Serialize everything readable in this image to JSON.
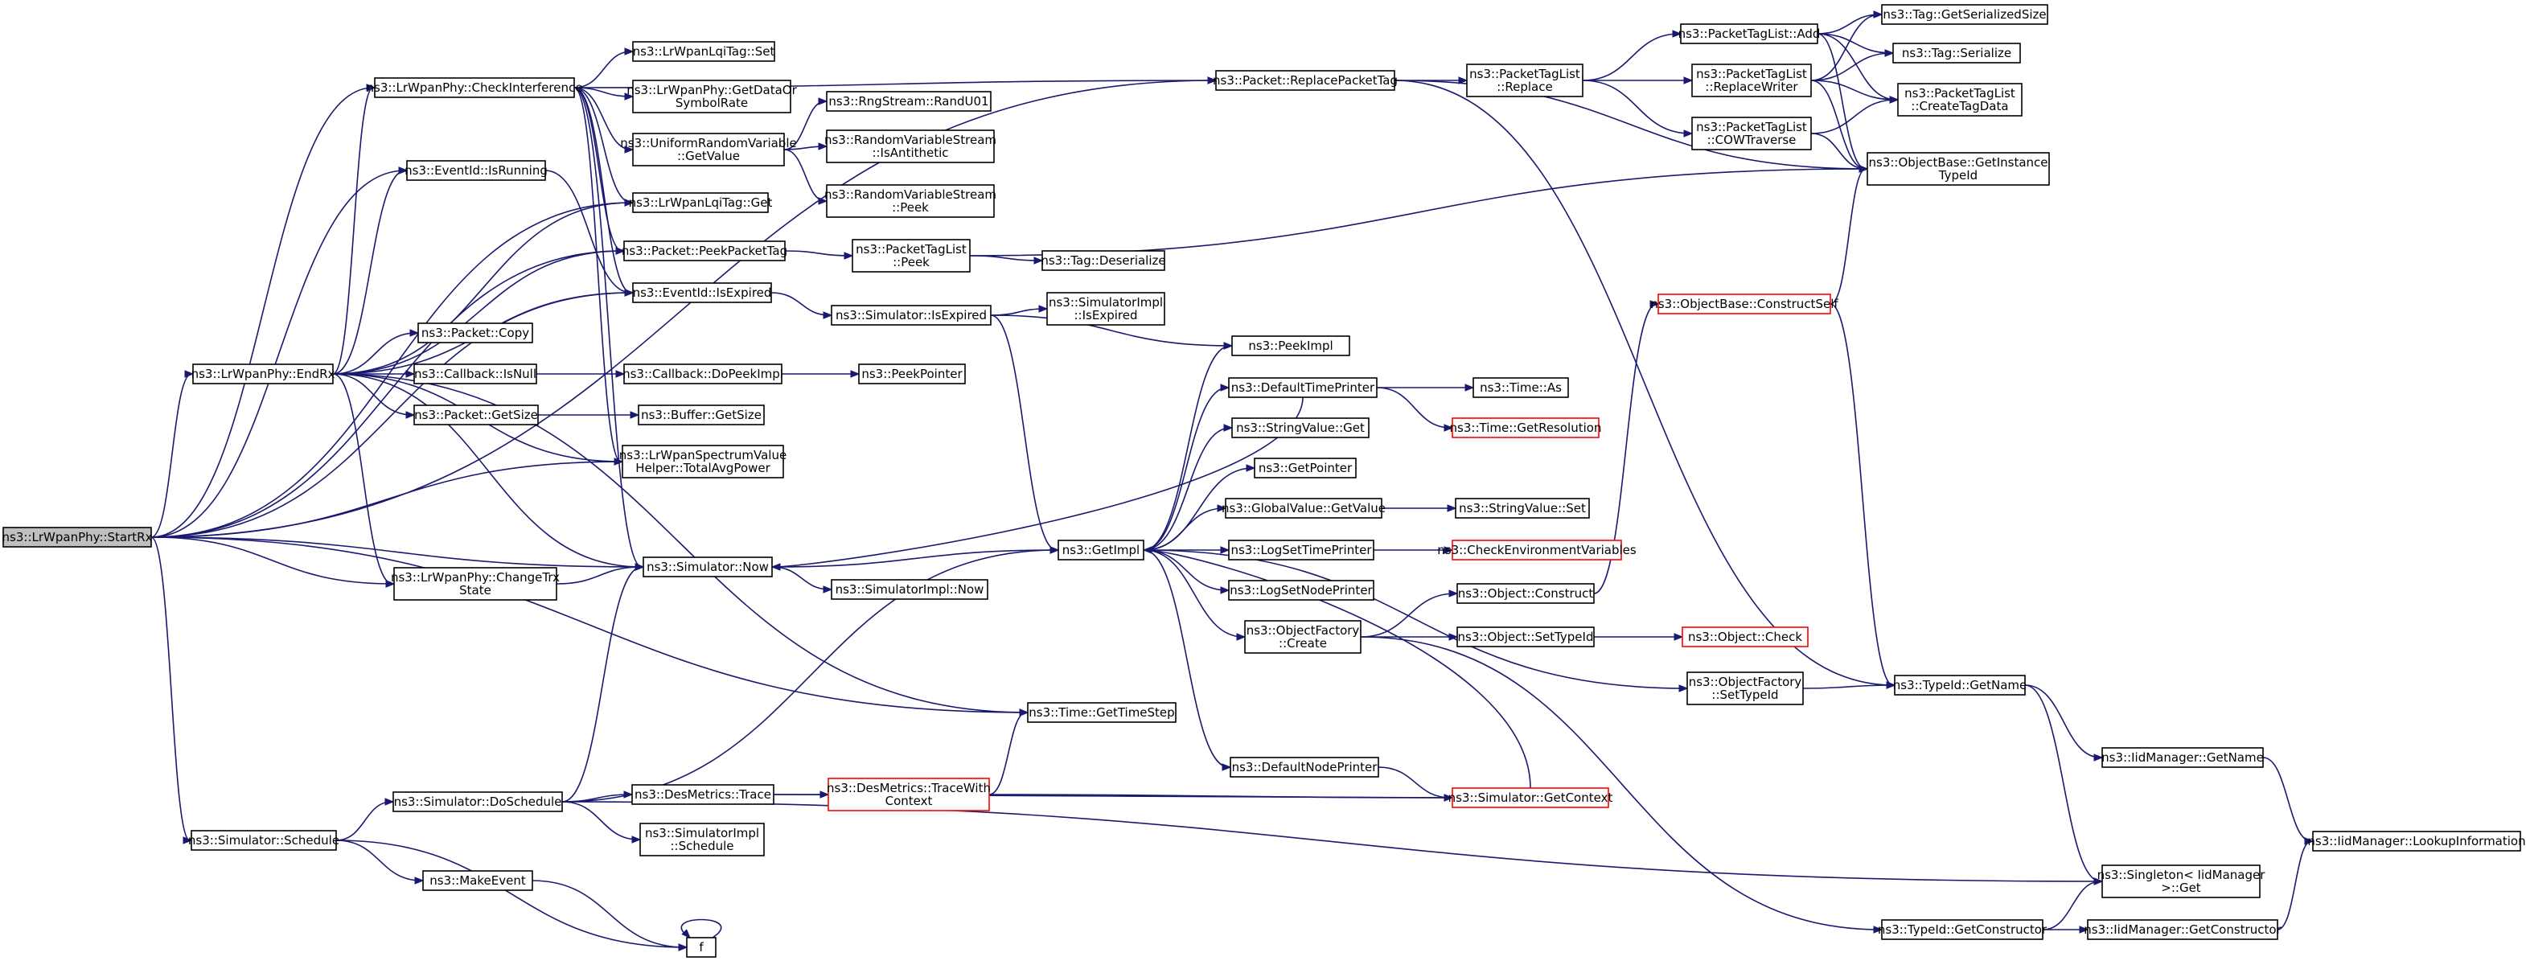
{
  "nodes": [
    {
      "id": "startrx",
      "lines": [
        "ns3::LrWpanPhy::StartRx"
      ],
      "style": "root"
    },
    {
      "id": "checkinterf",
      "lines": [
        "ns3::LrWpanPhy::CheckInterference"
      ]
    },
    {
      "id": "endrx",
      "lines": [
        "ns3::LrWpanPhy::EndRx"
      ]
    },
    {
      "id": "schedule",
      "lines": [
        "ns3::Simulator::Schedule"
      ]
    },
    {
      "id": "lqiset",
      "lines": [
        "ns3::LrWpanLqiTag::Set"
      ]
    },
    {
      "id": "getdatarate",
      "lines": [
        "ns3::LrWpanPhy::GetDataOr",
        "SymbolRate"
      ]
    },
    {
      "id": "urvgetvalue",
      "lines": [
        "ns3::UniformRandomVariable",
        "::GetValue"
      ]
    },
    {
      "id": "randu01",
      "lines": [
        "ns3::RngStream::RandU01"
      ]
    },
    {
      "id": "isantithetic",
      "lines": [
        "ns3::RandomVariableStream",
        "::IsAntithetic"
      ]
    },
    {
      "id": "rvspeek",
      "lines": [
        "ns3::RandomVariableStream",
        "::Peek"
      ]
    },
    {
      "id": "eventisrunning",
      "lines": [
        "ns3::EventId::IsRunning"
      ]
    },
    {
      "id": "lqiget",
      "lines": [
        "ns3::LrWpanLqiTag::Get"
      ]
    },
    {
      "id": "peekpackettag",
      "lines": [
        "ns3::Packet::PeekPacketTag"
      ]
    },
    {
      "id": "eventisexpired",
      "lines": [
        "ns3::EventId::IsExpired"
      ]
    },
    {
      "id": "packetcopy",
      "lines": [
        "ns3::Packet::Copy"
      ]
    },
    {
      "id": "callbackisnull",
      "lines": [
        "ns3::Callback::IsNull"
      ]
    },
    {
      "id": "packetgetsize",
      "lines": [
        "ns3::Packet::GetSize"
      ]
    },
    {
      "id": "totalavgpower",
      "lines": [
        "ns3::LrWpanSpectrumValue",
        "Helper::TotalAvgPower"
      ]
    },
    {
      "id": "changetrx",
      "lines": [
        "ns3::LrWpanPhy::ChangeTrx",
        "State"
      ]
    },
    {
      "id": "simnow",
      "lines": [
        "ns3::Simulator::Now"
      ]
    },
    {
      "id": "doschedule",
      "lines": [
        "ns3::Simulator::DoSchedule"
      ]
    },
    {
      "id": "makeevent",
      "lines": [
        "ns3::MakeEvent"
      ]
    },
    {
      "id": "f",
      "lines": [
        "f"
      ]
    },
    {
      "id": "replacepackettag",
      "lines": [
        "ns3::Packet::ReplacePacketTag"
      ]
    },
    {
      "id": "ptlpeek",
      "lines": [
        "ns3::PacketTagList",
        "::Peek"
      ]
    },
    {
      "id": "simisexpired",
      "lines": [
        "ns3::Simulator::IsExpired"
      ]
    },
    {
      "id": "dopeekimpl",
      "lines": [
        "ns3::Callback::DoPeekImpl"
      ]
    },
    {
      "id": "buffergetsize",
      "lines": [
        "ns3::Buffer::GetSize"
      ]
    },
    {
      "id": "simimplnow",
      "lines": [
        "ns3::SimulatorImpl::Now"
      ]
    },
    {
      "id": "destrace",
      "lines": [
        "ns3::DesMetrics::Trace"
      ]
    },
    {
      "id": "simimplschedule",
      "lines": [
        "ns3::SimulatorImpl",
        "::Schedule"
      ]
    },
    {
      "id": "tracewithcontext",
      "lines": [
        "ns3::DesMetrics::TraceWith",
        "Context"
      ],
      "style": "red"
    },
    {
      "id": "ptlreplace",
      "lines": [
        "ns3::PacketTagList",
        "::Replace"
      ]
    },
    {
      "id": "tagdeserialize",
      "lines": [
        "ns3::Tag::Deserialize"
      ]
    },
    {
      "id": "simimplisexpired",
      "lines": [
        "ns3::SimulatorImpl",
        "::IsExpired"
      ]
    },
    {
      "id": "peekpointer",
      "lines": [
        "ns3::PeekPointer"
      ]
    },
    {
      "id": "getimpl",
      "lines": [
        "ns3::GetImpl"
      ]
    },
    {
      "id": "timegettimestep",
      "lines": [
        "ns3::Time::GetTimeStep"
      ]
    },
    {
      "id": "peekimpl",
      "lines": [
        "ns3::PeekImpl"
      ]
    },
    {
      "id": "defaulttimeprinter",
      "lines": [
        "ns3::DefaultTimePrinter"
      ]
    },
    {
      "id": "stringvalueget",
      "lines": [
        "ns3::StringValue::Get"
      ]
    },
    {
      "id": "getpointer",
      "lines": [
        "ns3::GetPointer"
      ]
    },
    {
      "id": "globalvaluegetvalue",
      "lines": [
        "ns3::GlobalValue::GetValue"
      ]
    },
    {
      "id": "logsettimeprinter",
      "lines": [
        "ns3::LogSetTimePrinter"
      ]
    },
    {
      "id": "logsetnodeprinter",
      "lines": [
        "ns3::LogSetNodePrinter"
      ]
    },
    {
      "id": "objfactorycreate",
      "lines": [
        "ns3::ObjectFactory",
        "::Create"
      ]
    },
    {
      "id": "defaultnodeprinter",
      "lines": [
        "ns3::DefaultNodePrinter"
      ]
    },
    {
      "id": "timeas",
      "lines": [
        "ns3::Time::As"
      ]
    },
    {
      "id": "timegetresolution",
      "lines": [
        "ns3::Time::GetResolution"
      ],
      "style": "red"
    },
    {
      "id": "stringvalueset",
      "lines": [
        "ns3::StringValue::Set"
      ]
    },
    {
      "id": "checkenvvars",
      "lines": [
        "ns3::CheckEnvironmentVariables"
      ],
      "style": "red"
    },
    {
      "id": "objectconstruct",
      "lines": [
        "ns3::Object::Construct"
      ]
    },
    {
      "id": "objectsettypeid",
      "lines": [
        "ns3::Object::SetTypeId"
      ]
    },
    {
      "id": "objectcheck",
      "lines": [
        "ns3::Object::Check"
      ],
      "style": "red"
    },
    {
      "id": "objfactorysettypeid",
      "lines": [
        "ns3::ObjectFactory",
        "::SetTypeId"
      ]
    },
    {
      "id": "simgetcontext",
      "lines": [
        "ns3::Simulator::GetContext"
      ],
      "style": "red"
    },
    {
      "id": "ptladd",
      "lines": [
        "ns3::PacketTagList::Add"
      ]
    },
    {
      "id": "ptlreplacewriter",
      "lines": [
        "ns3::PacketTagList",
        "::ReplaceWriter"
      ]
    },
    {
      "id": "ptlcowtraverse",
      "lines": [
        "ns3::PacketTagList",
        "::COWTraverse"
      ]
    },
    {
      "id": "constructself",
      "lines": [
        "ns3::ObjectBase::ConstructSelf"
      ],
      "style": "red"
    },
    {
      "id": "tagserializedsize",
      "lines": [
        "ns3::Tag::GetSerializedSize"
      ]
    },
    {
      "id": "tagserialize",
      "lines": [
        "ns3::Tag::Serialize"
      ]
    },
    {
      "id": "createtagdata",
      "lines": [
        "ns3::PacketTagList",
        "::CreateTagData"
      ]
    },
    {
      "id": "getinstancetypeid",
      "lines": [
        "ns3::ObjectBase::GetInstance",
        "TypeId"
      ]
    },
    {
      "id": "typeidgetname",
      "lines": [
        "ns3::TypeId::GetName"
      ]
    },
    {
      "id": "iidgetname",
      "lines": [
        "ns3::IidManager::GetName"
      ]
    },
    {
      "id": "lookupinformation",
      "lines": [
        "ns3::IidManager::LookupInformation"
      ]
    },
    {
      "id": "singletonget",
      "lines": [
        "ns3::Singleton< IidManager",
        " >::Get"
      ]
    },
    {
      "id": "typeidgetconstructor",
      "lines": [
        "ns3::TypeId::GetConstructor"
      ]
    },
    {
      "id": "iidgetconstructor",
      "lines": [
        "ns3::IidManager::GetConstructor"
      ]
    }
  ],
  "edges": [
    [
      "startrx",
      "checkinterf"
    ],
    [
      "startrx",
      "endrx"
    ],
    [
      "startrx",
      "schedule"
    ],
    [
      "startrx",
      "eventisrunning"
    ],
    [
      "startrx",
      "lqiget"
    ],
    [
      "startrx",
      "peekpackettag"
    ],
    [
      "startrx",
      "eventisexpired"
    ],
    [
      "startrx",
      "totalavgpower"
    ],
    [
      "startrx",
      "changetrx"
    ],
    [
      "startrx",
      "simnow"
    ],
    [
      "startrx",
      "timegettimestep"
    ],
    [
      "startrx",
      "replacepackettag"
    ],
    [
      "checkinterf",
      "lqiset"
    ],
    [
      "checkinterf",
      "getdatarate"
    ],
    [
      "checkinterf",
      "urvgetvalue"
    ],
    [
      "checkinterf",
      "lqiget"
    ],
    [
      "checkinterf",
      "peekpackettag"
    ],
    [
      "checkinterf",
      "eventisexpired"
    ],
    [
      "checkinterf",
      "totalavgpower"
    ],
    [
      "checkinterf",
      "simnow"
    ],
    [
      "checkinterf",
      "replacepackettag"
    ],
    [
      "urvgetvalue",
      "randu01"
    ],
    [
      "urvgetvalue",
      "isantithetic"
    ],
    [
      "urvgetvalue",
      "rvspeek"
    ],
    [
      "endrx",
      "checkinterf"
    ],
    [
      "endrx",
      "eventisrunning"
    ],
    [
      "endrx",
      "lqiget"
    ],
    [
      "endrx",
      "peekpackettag"
    ],
    [
      "endrx",
      "eventisexpired"
    ],
    [
      "endrx",
      "packetcopy"
    ],
    [
      "endrx",
      "callbackisnull"
    ],
    [
      "endrx",
      "packetgetsize"
    ],
    [
      "endrx",
      "totalavgpower"
    ],
    [
      "endrx",
      "changetrx"
    ],
    [
      "endrx",
      "simnow"
    ],
    [
      "endrx",
      "timegettimestep"
    ],
    [
      "eventisrunning",
      "eventisexpired"
    ],
    [
      "peekpackettag",
      "ptlpeek"
    ],
    [
      "eventisexpired",
      "simisexpired"
    ],
    [
      "callbackisnull",
      "dopeekimpl"
    ],
    [
      "dopeekimpl",
      "peekpointer"
    ],
    [
      "packetgetsize",
      "buffergetsize"
    ],
    [
      "changetrx",
      "simnow"
    ],
    [
      "simnow",
      "getimpl"
    ],
    [
      "simnow",
      "simimplnow"
    ],
    [
      "schedule",
      "doschedule"
    ],
    [
      "schedule",
      "makeevent"
    ],
    [
      "schedule",
      "f"
    ],
    [
      "makeevent",
      "f"
    ],
    [
      "f",
      "f"
    ],
    [
      "doschedule",
      "simnow"
    ],
    [
      "doschedule",
      "getimpl"
    ],
    [
      "doschedule",
      "destrace"
    ],
    [
      "doschedule",
      "simimplschedule"
    ],
    [
      "doschedule",
      "singletonget"
    ],
    [
      "destrace",
      "tracewithcontext"
    ],
    [
      "destrace",
      "simgetcontext"
    ],
    [
      "tracewithcontext",
      "timegettimestep"
    ],
    [
      "tracewithcontext",
      "simgetcontext"
    ],
    [
      "simisexpired",
      "simimplisexpired"
    ],
    [
      "simisexpired",
      "peekimpl"
    ],
    [
      "simisexpired",
      "getimpl"
    ],
    [
      "ptlpeek",
      "tagdeserialize"
    ],
    [
      "ptlpeek",
      "getinstancetypeid"
    ],
    [
      "replacepackettag",
      "ptlreplace"
    ],
    [
      "replacepackettag",
      "getinstancetypeid"
    ],
    [
      "replacepackettag",
      "typeidgetname"
    ],
    [
      "ptlreplace",
      "ptladd"
    ],
    [
      "ptlreplace",
      "ptlreplacewriter"
    ],
    [
      "ptlreplace",
      "ptlcowtraverse"
    ],
    [
      "ptladd",
      "tagserializedsize"
    ],
    [
      "ptladd",
      "tagserialize"
    ],
    [
      "ptladd",
      "createtagdata"
    ],
    [
      "ptladd",
      "getinstancetypeid"
    ],
    [
      "ptlreplacewriter",
      "tagserializedsize"
    ],
    [
      "ptlreplacewriter",
      "tagserialize"
    ],
    [
      "ptlreplacewriter",
      "createtagdata"
    ],
    [
      "ptlreplacewriter",
      "getinstancetypeid"
    ],
    [
      "ptlcowtraverse",
      "createtagdata"
    ],
    [
      "ptlcowtraverse",
      "getinstancetypeid"
    ],
    [
      "getimpl",
      "peekimpl"
    ],
    [
      "getimpl",
      "defaulttimeprinter"
    ],
    [
      "getimpl",
      "stringvalueget"
    ],
    [
      "getimpl",
      "getpointer"
    ],
    [
      "getimpl",
      "globalvaluegetvalue"
    ],
    [
      "getimpl",
      "logsettimeprinter"
    ],
    [
      "getimpl",
      "logsetnodeprinter"
    ],
    [
      "getimpl",
      "objfactorycreate"
    ],
    [
      "getimpl",
      "defaultnodeprinter"
    ],
    [
      "getimpl",
      "objfactorysettypeid"
    ],
    [
      "defaulttimeprinter",
      "simnow"
    ],
    [
      "defaulttimeprinter",
      "timeas"
    ],
    [
      "defaulttimeprinter",
      "timegetresolution"
    ],
    [
      "globalvaluegetvalue",
      "stringvalueset"
    ],
    [
      "logsettimeprinter",
      "checkenvvars"
    ],
    [
      "objfactorycreate",
      "objectconstruct"
    ],
    [
      "objfactorycreate",
      "objectsettypeid"
    ],
    [
      "objfactorycreate",
      "typeidgetconstructor"
    ],
    [
      "objectconstruct",
      "constructself"
    ],
    [
      "objectsettypeid",
      "objectcheck"
    ],
    [
      "objfactorysettypeid",
      "typeidgetname"
    ],
    [
      "defaultnodeprinter",
      "simgetcontext"
    ],
    [
      "simgetcontext",
      "getimpl"
    ],
    [
      "constructself",
      "getinstancetypeid"
    ],
    [
      "constructself",
      "typeidgetname"
    ],
    [
      "typeidgetname",
      "iidgetname"
    ],
    [
      "typeidgetname",
      "singletonget"
    ],
    [
      "iidgetname",
      "lookupinformation"
    ],
    [
      "typeidgetconstructor",
      "singletonget"
    ],
    [
      "typeidgetconstructor",
      "iidgetconstructor"
    ],
    [
      "iidgetconstructor",
      "lookupinformation"
    ]
  ]
}
